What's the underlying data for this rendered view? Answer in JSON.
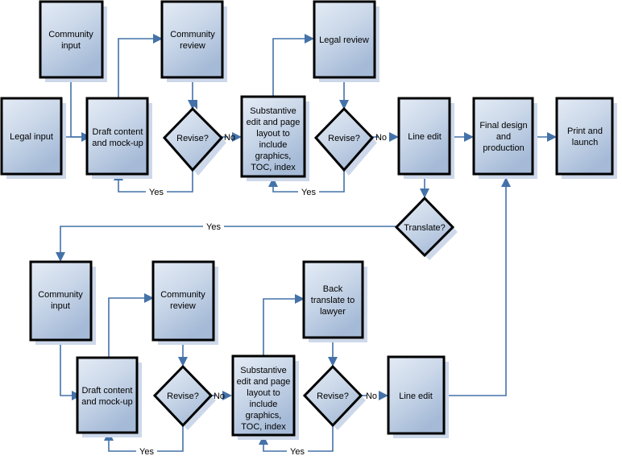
{
  "diagram": {
    "title": "Publication workflow flowchart",
    "type": "flowchart",
    "colors": {
      "node_fill_top": "#dbe4f1",
      "node_fill_bottom": "#a8bcd8",
      "node_stroke": "#000000",
      "connector": "#4472a8",
      "shadow": "#cdd8ea",
      "background": "#ffffff",
      "text": "#000000"
    },
    "nodes": [
      {
        "id": "community-input-1",
        "shape": "process",
        "label": "Community\ninput"
      },
      {
        "id": "legal-input",
        "shape": "process",
        "label": "Legal input"
      },
      {
        "id": "draft-content-1",
        "shape": "process",
        "label": "Draft content\nand mock-up"
      },
      {
        "id": "community-review-1",
        "shape": "process",
        "label": "Community\nreview"
      },
      {
        "id": "revise-1",
        "shape": "decision",
        "label": "Revise?"
      },
      {
        "id": "substantive-edit-1",
        "shape": "process",
        "label": "Substantive\nedit and page\nlayout to\ninclude\ngraphics,\nTOC, index"
      },
      {
        "id": "legal-review",
        "shape": "process",
        "label": "Legal review"
      },
      {
        "id": "revise-2",
        "shape": "decision",
        "label": "Revise?"
      },
      {
        "id": "line-edit-1",
        "shape": "process",
        "label": "Line edit"
      },
      {
        "id": "final-design",
        "shape": "process",
        "label": "Final design\nand\nproduction"
      },
      {
        "id": "print-and-launch",
        "shape": "process",
        "label": "Print and\nlaunch"
      },
      {
        "id": "translate",
        "shape": "decision",
        "label": "Translate?"
      },
      {
        "id": "community-input-2",
        "shape": "process",
        "label": "Community\ninput"
      },
      {
        "id": "draft-content-2",
        "shape": "process",
        "label": "Draft content\nand mock-up"
      },
      {
        "id": "community-review-2",
        "shape": "process",
        "label": "Community\nreview"
      },
      {
        "id": "revise-3",
        "shape": "decision",
        "label": "Revise?"
      },
      {
        "id": "substantive-edit-2",
        "shape": "process",
        "label": "Substantive\nedit and page\nlayout to\ninclude\ngraphics,\nTOC, index"
      },
      {
        "id": "back-translate",
        "shape": "process",
        "label": "Back\ntranslate to\nlawyer"
      },
      {
        "id": "revise-4",
        "shape": "decision",
        "label": "Revise?"
      },
      {
        "id": "line-edit-2",
        "shape": "process",
        "label": "Line edit"
      }
    ],
    "node_text": {
      "community_input_1_l1": "Community",
      "community_input_1_l2": "input",
      "legal_input_l1": "Legal input",
      "draft_content_1_l1": "Draft content",
      "draft_content_1_l2": "and mock-up",
      "community_review_1_l1": "Community",
      "community_review_1_l2": "review",
      "revise_1": "Revise?",
      "substantive_edit_1_l1": "Substantive",
      "substantive_edit_1_l2": "edit and page",
      "substantive_edit_1_l3": "layout to",
      "substantive_edit_1_l4": "include",
      "substantive_edit_1_l5": "graphics,",
      "substantive_edit_1_l6": "TOC, index",
      "legal_review_l1": "Legal review",
      "revise_2": "Revise?",
      "line_edit_1": "Line edit",
      "final_design_l1": "Final design",
      "final_design_l2": "and",
      "final_design_l3": "production",
      "print_and_launch_l1": "Print and",
      "print_and_launch_l2": "launch",
      "translate": "Translate?",
      "community_input_2_l1": "Community",
      "community_input_2_l2": "input",
      "draft_content_2_l1": "Draft content",
      "draft_content_2_l2": "and mock-up",
      "community_review_2_l1": "Community",
      "community_review_2_l2": "review",
      "revise_3": "Revise?",
      "substantive_edit_2_l1": "Substantive",
      "substantive_edit_2_l2": "edit and page",
      "substantive_edit_2_l3": "layout to",
      "substantive_edit_2_l4": "include",
      "substantive_edit_2_l5": "graphics,",
      "substantive_edit_2_l6": "TOC, index",
      "back_translate_l1": "Back",
      "back_translate_l2": "translate to",
      "back_translate_l3": "lawyer",
      "revise_4": "Revise?",
      "line_edit_2": "Line edit"
    },
    "edge_labels": {
      "revise1_no": "No",
      "revise1_yes": "Yes",
      "revise2_no": "No",
      "revise2_yes": "Yes",
      "translate_yes": "Yes",
      "revise3_no": "No",
      "revise3_yes": "Yes",
      "revise4_no": "No",
      "revise4_yes": "Yes"
    },
    "edges": [
      {
        "from": "legal-input",
        "to": "draft-content-1",
        "label": ""
      },
      {
        "from": "community-input-1",
        "to": "draft-content-1",
        "label": ""
      },
      {
        "from": "draft-content-1",
        "to": "community-review-1",
        "label": ""
      },
      {
        "from": "community-review-1",
        "to": "revise-1",
        "label": ""
      },
      {
        "from": "revise-1",
        "to": "substantive-edit-1",
        "label": "No"
      },
      {
        "from": "revise-1",
        "to": "draft-content-1",
        "label": "Yes"
      },
      {
        "from": "substantive-edit-1",
        "to": "legal-review",
        "label": ""
      },
      {
        "from": "legal-review",
        "to": "revise-2",
        "label": ""
      },
      {
        "from": "revise-2",
        "to": "line-edit-1",
        "label": "No"
      },
      {
        "from": "revise-2",
        "to": "substantive-edit-1",
        "label": "Yes"
      },
      {
        "from": "line-edit-1",
        "to": "final-design",
        "label": ""
      },
      {
        "from": "final-design",
        "to": "print-and-launch",
        "label": ""
      },
      {
        "from": "line-edit-1",
        "to": "translate",
        "label": ""
      },
      {
        "from": "translate",
        "to": "community-input-2",
        "label": "Yes"
      },
      {
        "from": "community-input-2",
        "to": "draft-content-2",
        "label": ""
      },
      {
        "from": "draft-content-2",
        "to": "community-review-2",
        "label": ""
      },
      {
        "from": "community-review-2",
        "to": "revise-3",
        "label": ""
      },
      {
        "from": "revise-3",
        "to": "substantive-edit-2",
        "label": "No"
      },
      {
        "from": "revise-3",
        "to": "draft-content-2",
        "label": "Yes"
      },
      {
        "from": "substantive-edit-2",
        "to": "back-translate",
        "label": ""
      },
      {
        "from": "back-translate",
        "to": "revise-4",
        "label": ""
      },
      {
        "from": "revise-4",
        "to": "line-edit-2",
        "label": "No"
      },
      {
        "from": "revise-4",
        "to": "substantive-edit-2",
        "label": "Yes"
      },
      {
        "from": "line-edit-2",
        "to": "final-design",
        "label": ""
      }
    ]
  }
}
